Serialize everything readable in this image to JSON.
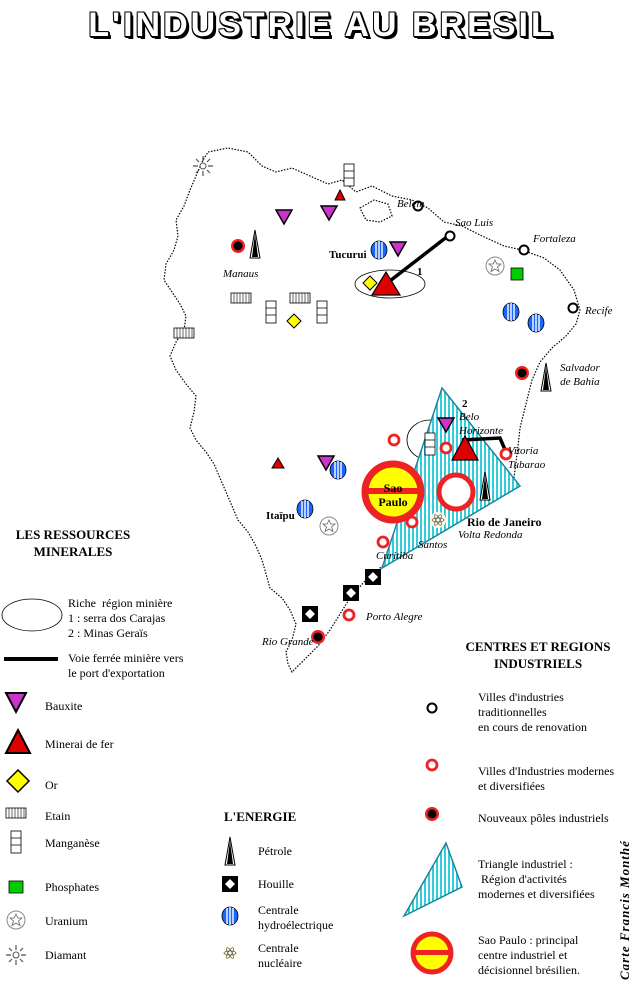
{
  "title": "L'INDUSTRIE AU BRESIL",
  "cities": {
    "belem": "Belem",
    "sao_luis": "Sao Luis",
    "fortaleza": "Fortaleza",
    "recife": "Recife",
    "salvador": "Salvador\nde Bahia",
    "manaus": "Manaus",
    "tucurui": "Tucurui",
    "belo_horizonte": "Belo\nHorizonte",
    "vitoria": "Vitoria\nTubarao",
    "rio": "Rio de Janeiro",
    "volta_redonda": "Volta Redonda",
    "santos": "Santos",
    "curitiba": "Curitiba",
    "itaipu": "Itaïpu",
    "porto_alegre": "Porto Alegre",
    "rio_grande": "Rio Grande",
    "sao_paulo": "Sao\nPaulo"
  },
  "map_numbers": {
    "one": "1",
    "two": "2"
  },
  "legend_resources": {
    "heading": "LES RESSOURCES\nMINERALES",
    "mining_region": "Riche  région minière\n1 : serra dos Carajas\n2 : Minas Geraïs",
    "railway": "Voie ferrée minière vers\nle port d'exportation",
    "bauxite": "Bauxite",
    "iron": "Minerai de fer",
    "gold": "Or",
    "tin": "Etain",
    "manganese": "Manganèse",
    "phosphates": "Phosphates",
    "uranium": "Uranium",
    "diamond": "Diamant"
  },
  "legend_energy": {
    "heading": "L'ENERGIE",
    "oil": "Pétrole",
    "coal": "Houille",
    "hydro": "Centrale\nhydroélectrique",
    "nuclear": "Centrale\nnucléaire"
  },
  "legend_industry": {
    "heading": "CENTRES ET REGIONS\nINDUSTRIELS",
    "traditional": "Villes d'industries\ntraditionnelles\nen cours de renovation",
    "modern": "Villes d'Industries modernes\net diversifiées",
    "new_poles": "Nouveaux pôles industriels",
    "triangle": "Triangle industriel :\n Région d'activités\nmodernes et diversifiées",
    "sao_paulo": "Sao Paulo : principal\ncentre industriel et\ndécisionnel brésilien."
  },
  "credit": "Carte  Francis  Monthé",
  "colors": {
    "bauxite": "#cc33cc",
    "iron": "#dd0000",
    "gold": "#ffff00",
    "phosphate": "#00cc00",
    "hydro": "#1a66ff",
    "triangle": "#33ccdd",
    "sao_paulo_fill": "#ffff00",
    "sao_paulo_ring": "#ee2222"
  }
}
